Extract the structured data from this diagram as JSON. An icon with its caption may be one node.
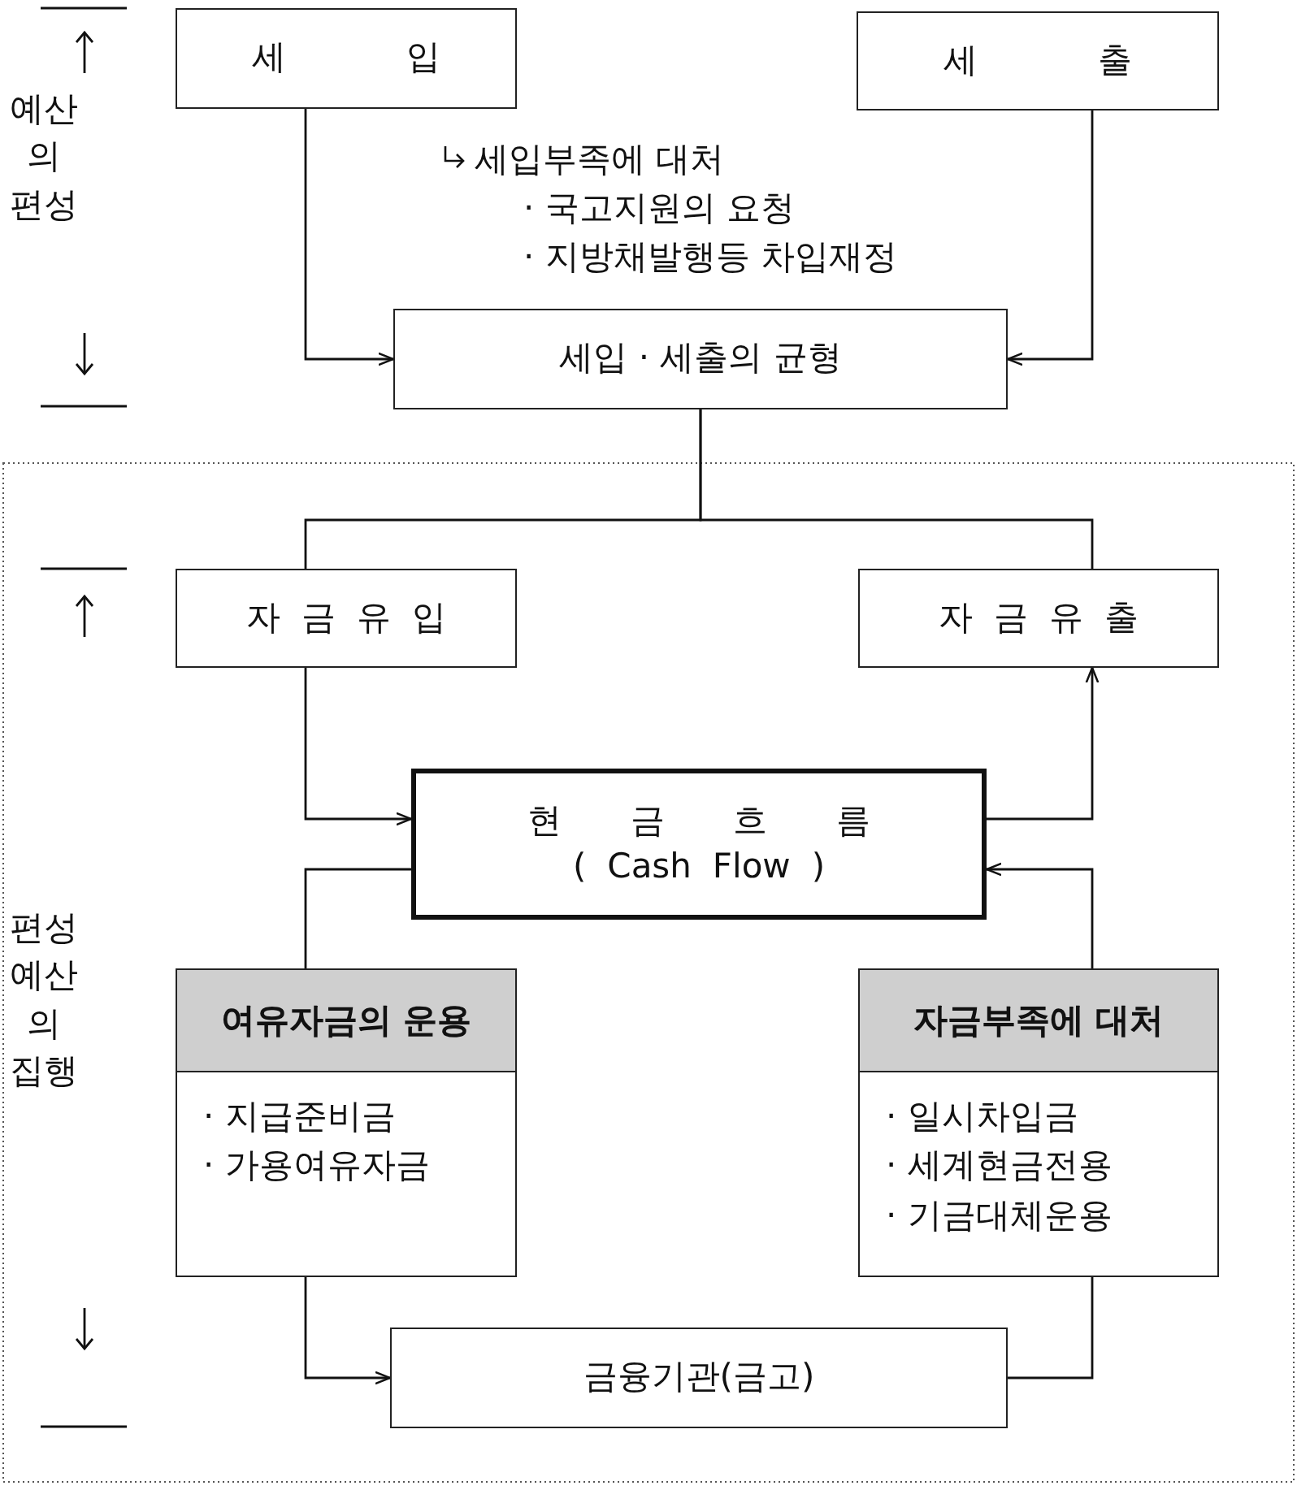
{
  "diagram": {
    "nodes": [
      {
        "text": [
          "세 입"
        ]
      },
      {
        "text": [
          "세 출"
        ]
      },
      {
        "text": [
          "세입 · 세출의 균형"
        ]
      },
      {
        "text": [
          "자 금 유 입"
        ]
      },
      {
        "text": [
          "자 금 유 출"
        ]
      },
      {
        "text": [
          "현 금 흐 름",
          "( Cash Flow )"
        ]
      },
      {
        "text": [
          "여유자금의 운용",
          "· 지급준비금",
          "· 가용여유자금"
        ]
      },
      {
        "text": [
          "자금부족에 대처",
          "· 일시차입금",
          "· 세계현금전용",
          "· 기금대체운용"
        ]
      },
      {
        "text": [
          "금융기관(금고)"
        ]
      }
    ],
    "edges": [
      {
        "from": 0,
        "to": 2,
        "arrow": "to"
      },
      {
        "from": 1,
        "to": 2,
        "arrow": "to"
      },
      {
        "from": 2,
        "to": 3,
        "arrow": "none"
      },
      {
        "from": 2,
        "to": 4,
        "arrow": "none"
      },
      {
        "from": 3,
        "to": 5,
        "arrow": "to"
      },
      {
        "from": 5,
        "to": 4,
        "arrow": "to"
      },
      {
        "from": 6,
        "to": 5,
        "arrow": "none"
      },
      {
        "from": 7,
        "to": 5,
        "arrow": "to"
      },
      {
        "from": 6,
        "to": 8,
        "arrow": "to"
      },
      {
        "from": 7,
        "to": 8,
        "arrow": "none"
      }
    ],
    "labels": [
      "예산의 편성",
      "세입부족에 대처",
      "· 국고지원의 요청",
      "· 지방채발행등 차입재정",
      "편성예산의 집행"
    ]
  }
}
